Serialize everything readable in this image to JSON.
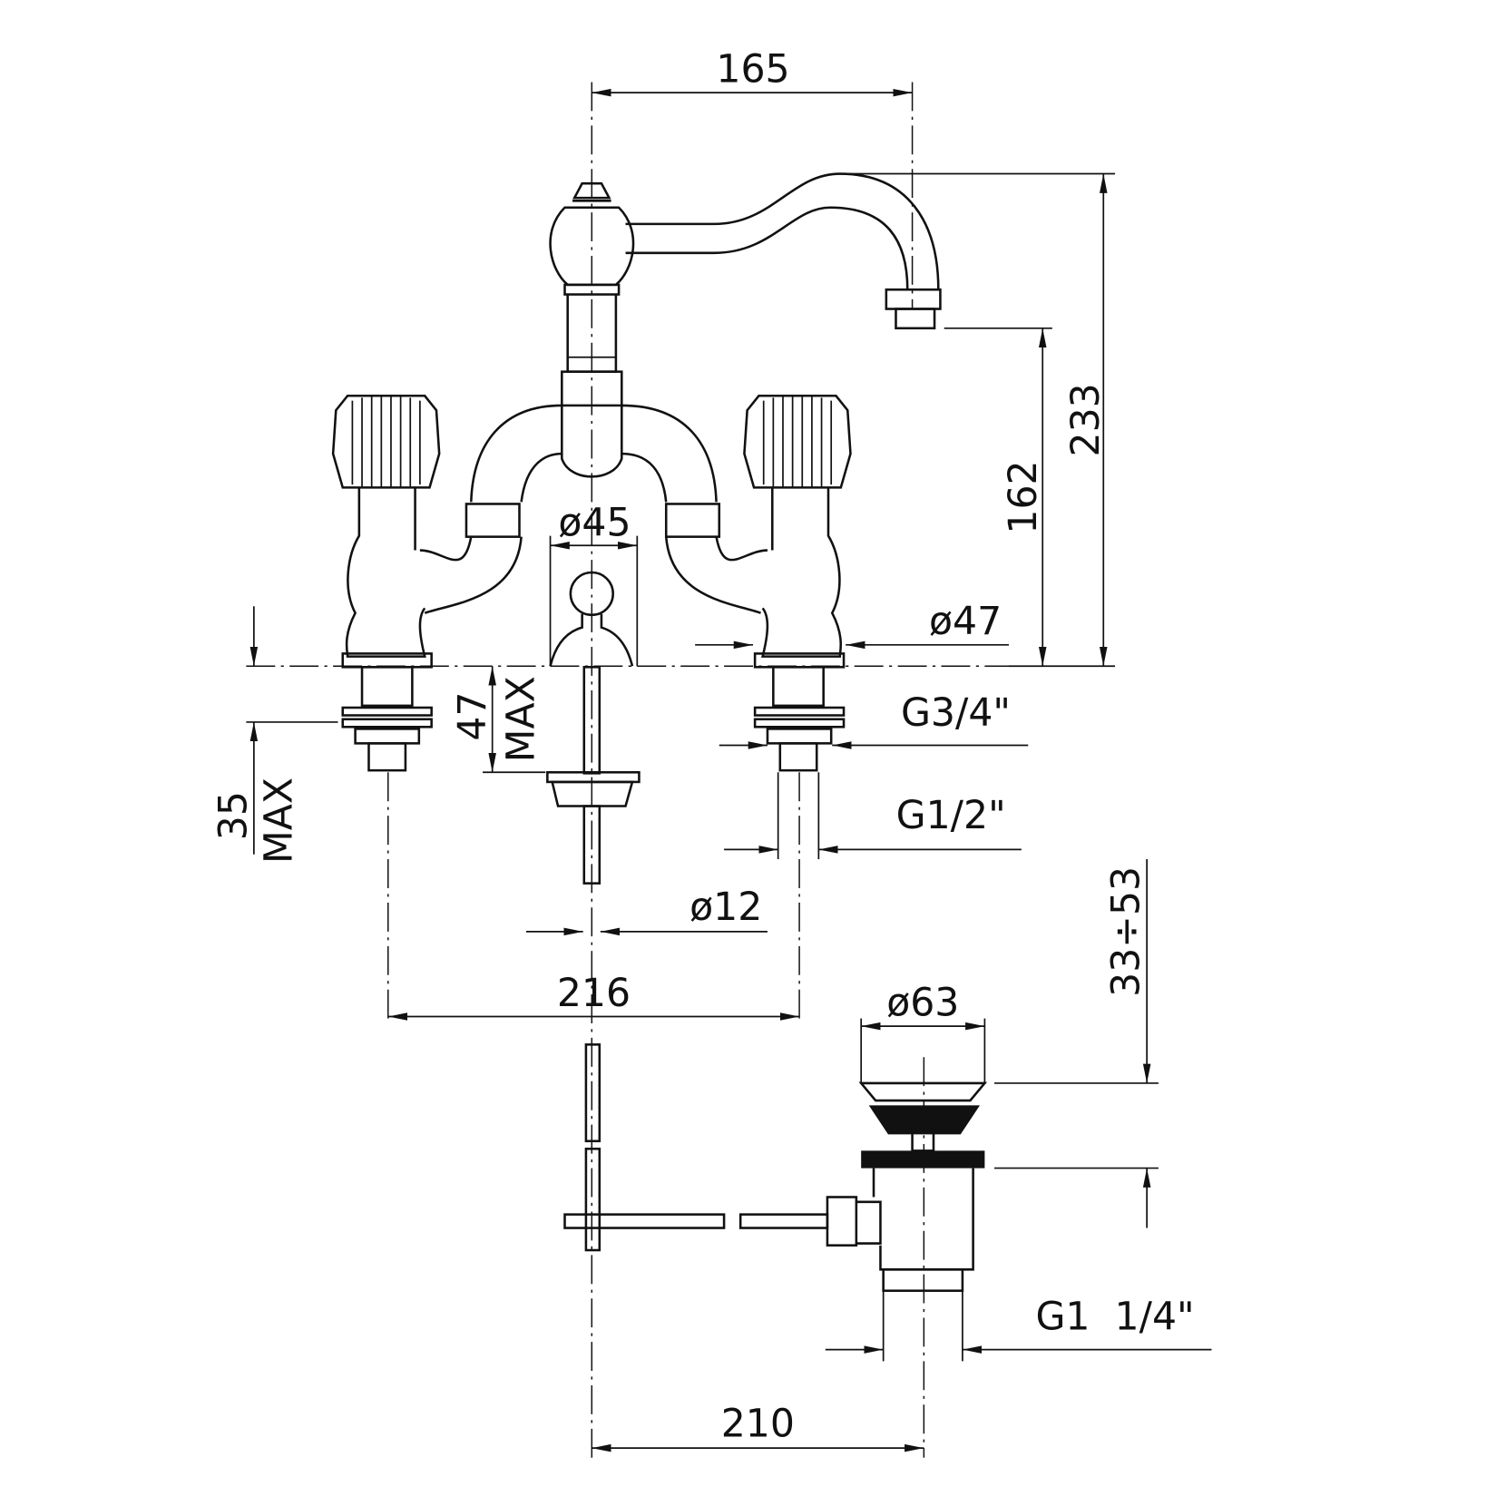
{
  "title": "Three-hole basin mixer dimensional drawing",
  "dimensions": {
    "spout_reach": "165",
    "total_height": "233",
    "spout_height": "162",
    "base_diameter": "ø45",
    "handle_base_diameter": "ø47",
    "thread_upper": "G3/4\"",
    "thread_lower": "G1/2\"",
    "rod_diameter": "ø12",
    "handle_spacing": "216",
    "deck_thickness_left": "35",
    "deck_thickness_left_max": "MAX",
    "deck_thickness_center": "47",
    "deck_thickness_center_max": "MAX",
    "waste_range": "33÷53",
    "waste_diameter": "ø63",
    "waste_thread": "G1  1/4\"",
    "waste_distance": "210"
  }
}
